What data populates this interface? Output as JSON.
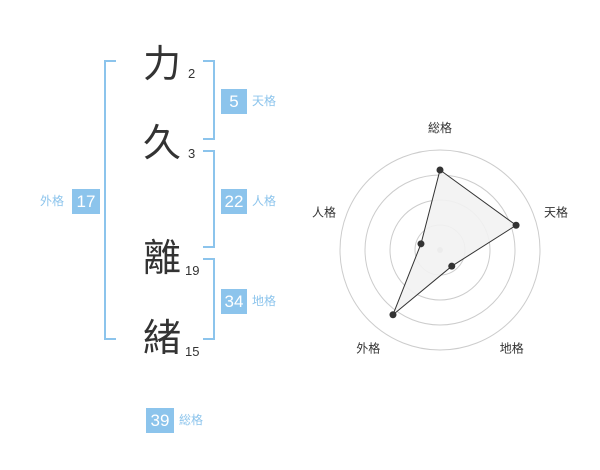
{
  "name": {
    "chars": [
      {
        "char": "力",
        "strokes": "2"
      },
      {
        "char": "久",
        "strokes": "3"
      },
      {
        "char": "離",
        "strokes": "19"
      },
      {
        "char": "緒",
        "strokes": "15"
      }
    ]
  },
  "fortunes": {
    "tenkaku": {
      "label": "天格",
      "value": "5"
    },
    "jinkaku": {
      "label": "人格",
      "value": "22"
    },
    "chikaku": {
      "label": "地格",
      "value": "34"
    },
    "gaikaku": {
      "label": "外格",
      "value": "17"
    },
    "soukaku": {
      "label": "総格",
      "value": "39"
    }
  },
  "chart_data": {
    "type": "radar",
    "axes": [
      "総格",
      "天格",
      "地格",
      "外格",
      "人格"
    ],
    "values": [
      4,
      4,
      1,
      4,
      1
    ],
    "max": 5,
    "rings": 4,
    "colors": {
      "fill": "#f2f2f2",
      "line": "#333333",
      "grid": "#cccccc",
      "center": "#bbbbbb"
    }
  },
  "colors": {
    "accent": "#8cc4ec",
    "text": "#333333"
  }
}
